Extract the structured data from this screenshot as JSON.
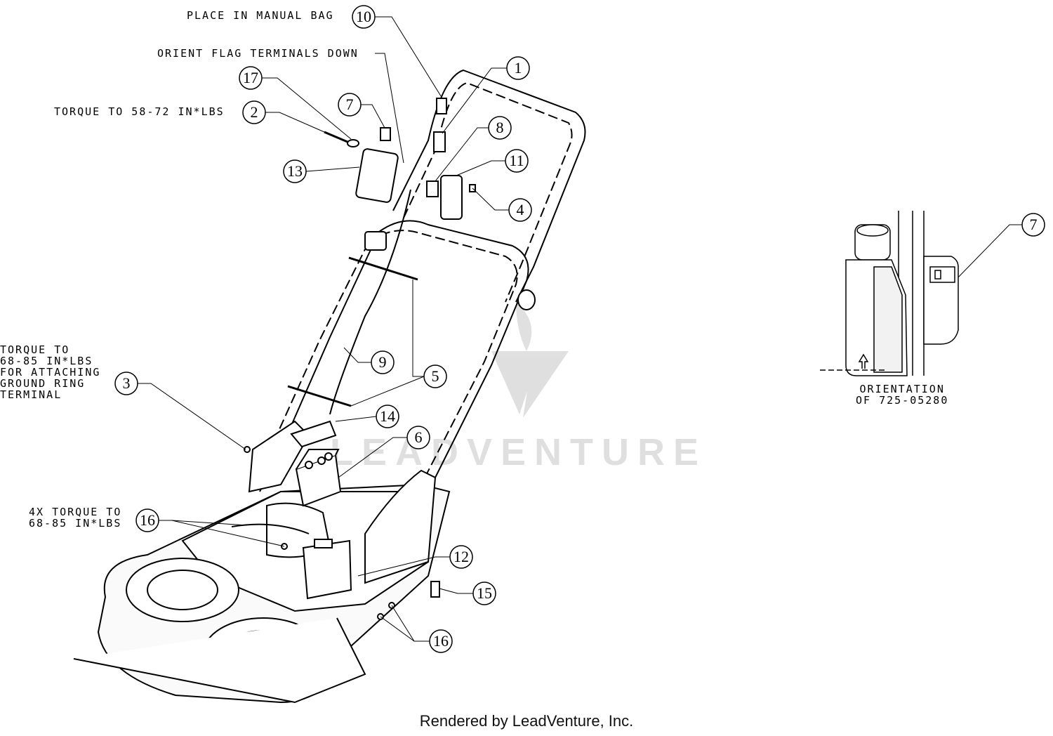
{
  "notes": {
    "manual_bag": "PLACE IN MANUAL BAG",
    "orient_flag": "ORIENT FLAG TERMINALS DOWN",
    "torque_58": "TORQUE TO 58-72 IN*LBS",
    "torque_ground": "TORQUE TO\n68-85 IN*LBS\nFOR ATTACHING\nGROUND RING\nTERMINAL",
    "torque_4x": "4X TORQUE TO\n68-85 IN*LBS",
    "orientation": "ORIENTATION\nOF 725-05280"
  },
  "callouts": [
    "10",
    "1",
    "17",
    "7",
    "2",
    "8",
    "11",
    "13",
    "4",
    "9",
    "5",
    "3",
    "14",
    "6",
    "16",
    "12",
    "15",
    "16",
    "7"
  ],
  "watermark": "LEADVENTURE",
  "footer": "Rendered by LeadVenture, Inc."
}
